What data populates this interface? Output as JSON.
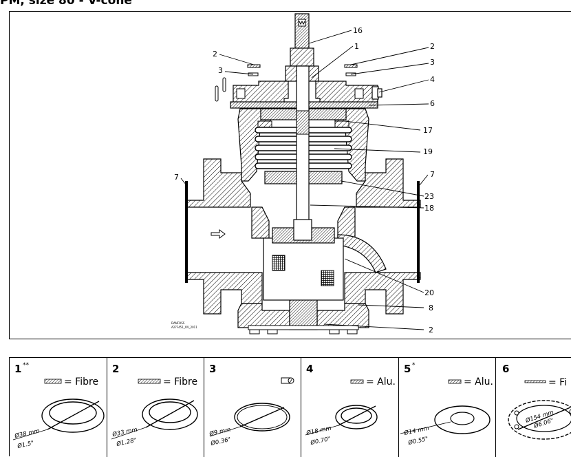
{
  "page": {
    "title": "PM, size 80 - V-cone"
  },
  "drawing": {
    "callouts": {
      "c16": "16",
      "c1": "1",
      "c2a": "2",
      "c3a": "3",
      "c2b": "2",
      "c3b": "3",
      "c4": "4",
      "c6": "6",
      "c17": "17",
      "c19": "19",
      "c7a": "7",
      "c7b": "7",
      "c23": "23",
      "c18": "18",
      "c20": "20",
      "c8": "8",
      "c2c": "2"
    },
    "watermark_line1": "DANFOSS",
    "watermark_line2": "A27F451_OV_2011"
  },
  "parts": [
    {
      "number": "1",
      "sup": "**",
      "material": "= Fibre",
      "dim_mm": "Ø38 mm",
      "dim_in": "Ø1.5\""
    },
    {
      "number": "2",
      "sup": "",
      "material": "= Fibre",
      "dim_mm": "Ø33 mm",
      "dim_in": "Ø1.28\""
    },
    {
      "number": "3",
      "sup": "",
      "material": "",
      "dim_mm": "Ø9 mm",
      "dim_in": "Ø0.36\""
    },
    {
      "number": "4",
      "sup": "",
      "material": "= Alu.",
      "dim_mm": "Ø18 mm",
      "dim_in": "Ø0.70\""
    },
    {
      "number": "5",
      "sup": "*",
      "material": "= Alu.",
      "dim_mm": "Ø14 mm",
      "dim_in": "Ø0.55\""
    },
    {
      "number": "6",
      "sup": "",
      "material": "= Fi",
      "dim_mm": "Ø154 mm",
      "dim_in": "Ø6.06\""
    }
  ],
  "icons": {
    "flow_arrow": "flow-direction-arrow-icon",
    "fibre_swatch": "fibre-hatch-swatch-icon",
    "alu_swatch": "aluminium-hatch-swatch-icon",
    "oring_symbol": "o-ring-section-icon"
  }
}
